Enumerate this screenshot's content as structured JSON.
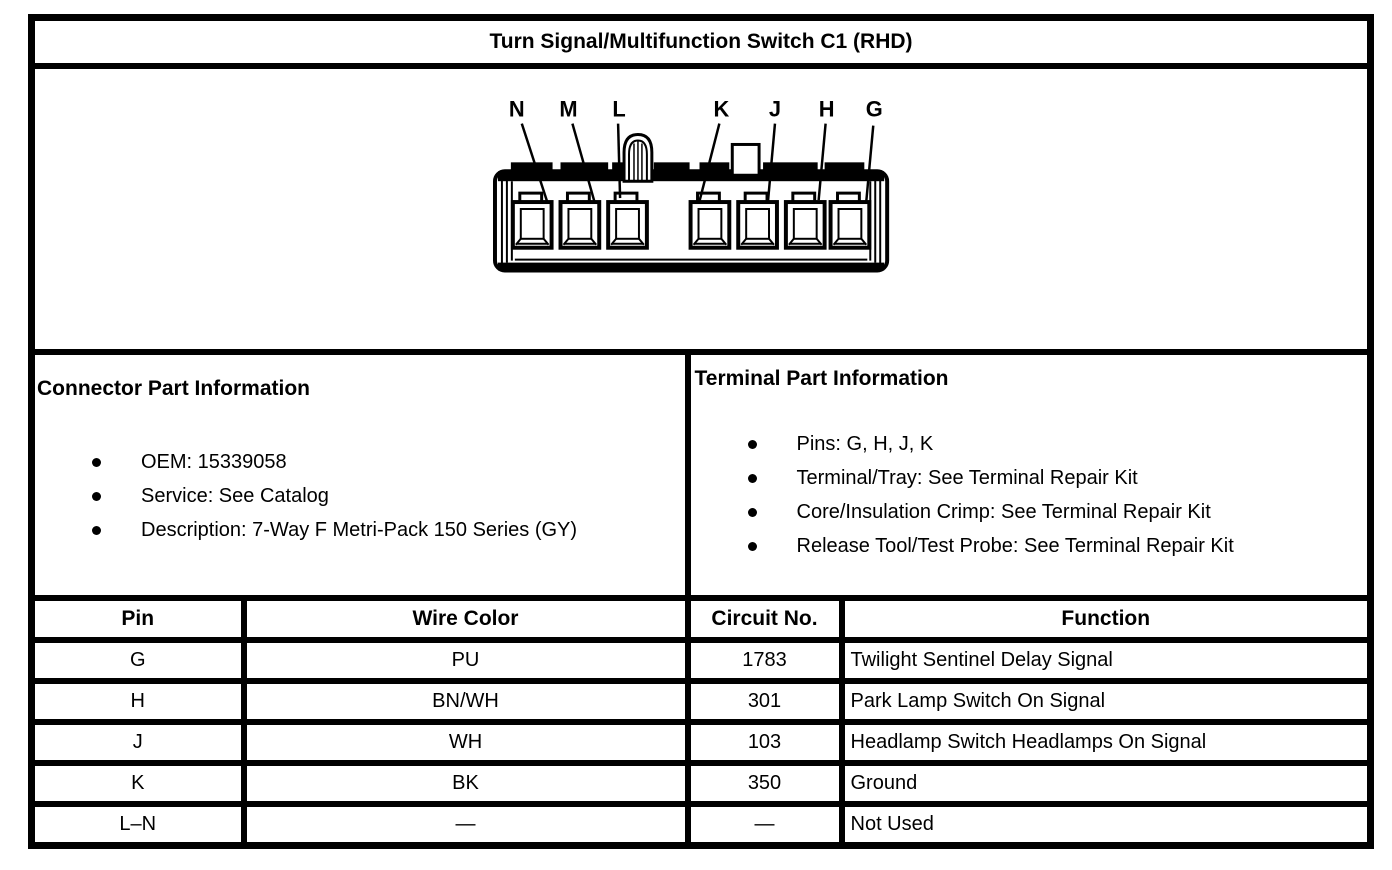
{
  "title": "Turn Signal/Multifunction Switch C1 (RHD)",
  "diagram": {
    "description": "7-way connector face view",
    "pin_labels": [
      "N",
      "M",
      "L",
      "K",
      "J",
      "H",
      "G"
    ]
  },
  "connector_info": {
    "heading": "Connector Part Information",
    "items": [
      "OEM: 15339058",
      "Service: See Catalog",
      "Description: 7-Way F Metri-Pack 150 Series (GY)"
    ]
  },
  "terminal_info": {
    "heading": "Terminal Part Information",
    "items": [
      "Pins: G, H, J, K",
      "Terminal/Tray: See Terminal Repair Kit",
      "Core/Insulation Crimp: See Terminal Repair Kit",
      "Release Tool/Test Probe: See Terminal Repair Kit"
    ]
  },
  "pin_table": {
    "headers": [
      "Pin",
      "Wire Color",
      "Circuit No.",
      "Function"
    ],
    "rows": [
      {
        "pin": "G",
        "wire_color": "PU",
        "circuit_no": "1783",
        "function": "Twilight Sentinel Delay Signal"
      },
      {
        "pin": "H",
        "wire_color": "BN/WH",
        "circuit_no": "301",
        "function": "Park Lamp Switch On Signal"
      },
      {
        "pin": "J",
        "wire_color": "WH",
        "circuit_no": "103",
        "function": "Headlamp Switch Headlamps On Signal"
      },
      {
        "pin": "K",
        "wire_color": "BK",
        "circuit_no": "350",
        "function": "Ground"
      },
      {
        "pin": "L–N",
        "wire_color": "—",
        "circuit_no": "—",
        "function": "Not Used"
      }
    ]
  },
  "colors": {
    "ink": "#000000",
    "paper": "#ffffff"
  }
}
